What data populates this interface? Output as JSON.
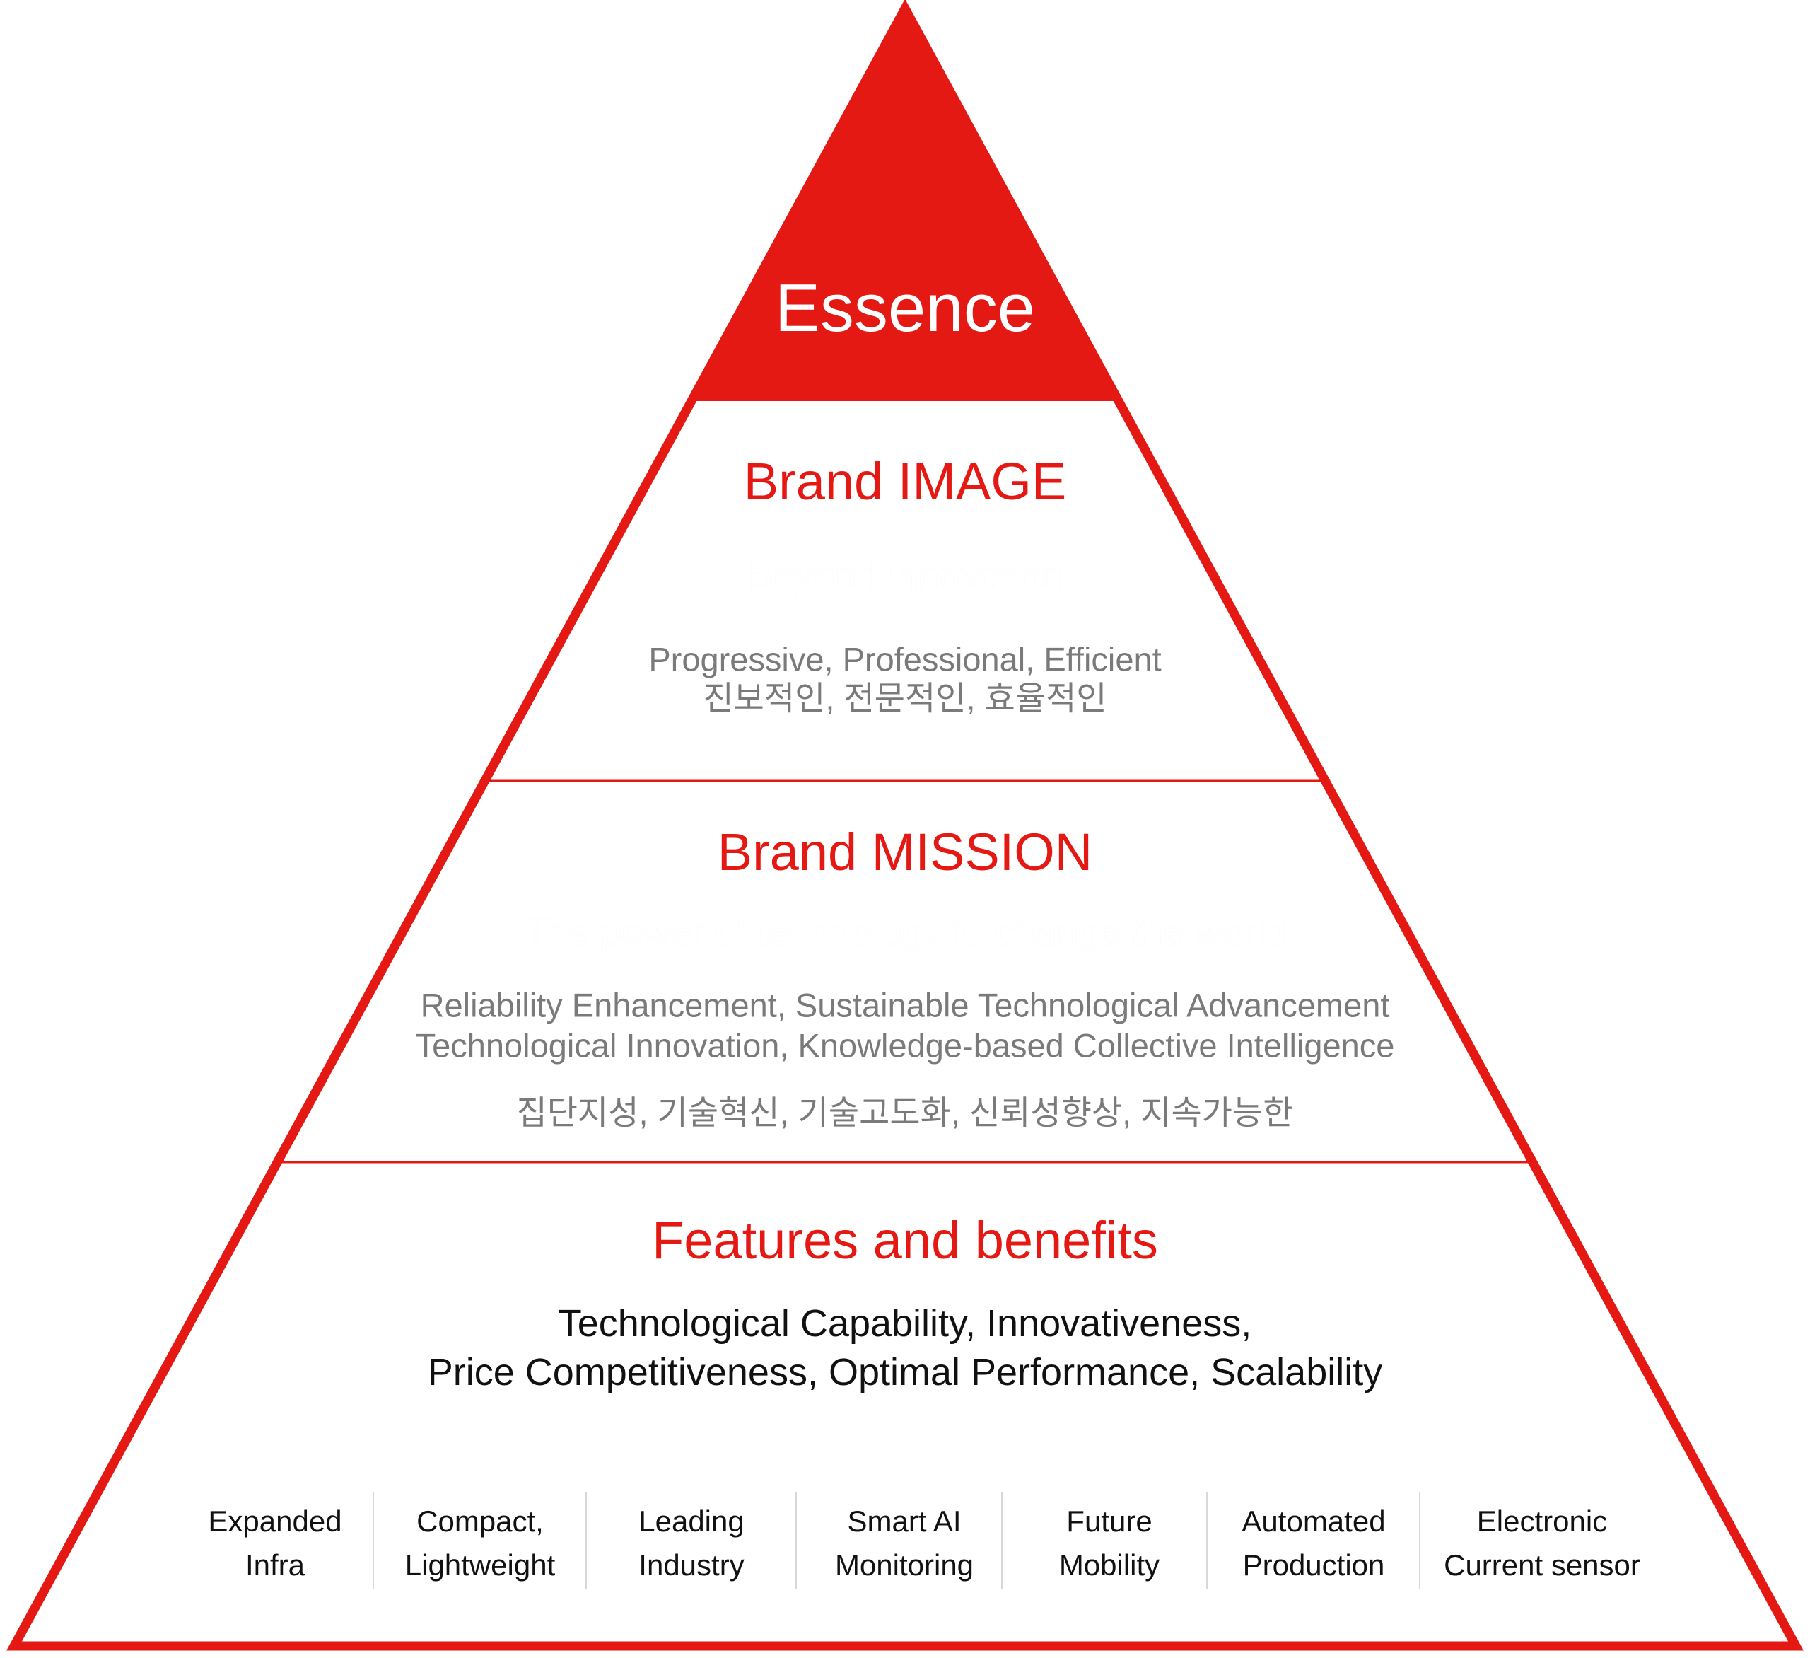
{
  "colors": {
    "accent": "#e51914",
    "muted": "#7a7a7a"
  },
  "essence": {
    "title": "Essence"
  },
  "image": {
    "title": "Brand IMAGE",
    "slogan": "Beyond innovation",
    "en": "Progressive, Professional, Efficient",
    "ko": "진보적인, 전문적인, 효율적인"
  },
  "mission": {
    "title": "Brand MISSION",
    "slogan": "The power of technology to change the world",
    "en1": "Reliability Enhancement, Sustainable Technological Advancement",
    "en2": "Technological Innovation, Knowledge-based Collective Intelligence",
    "ko": "집단지성, 기술혁신, 기술고도화, 신뢰성향상, 지속가능한"
  },
  "features": {
    "title": "Features and benefits",
    "line1": "Technological Capability, Innovativeness,",
    "line2": "Price Competitiveness, Optimal Performance, Scalability",
    "items": [
      {
        "l1": "Expanded",
        "l2": "Infra"
      },
      {
        "l1": "Compact,",
        "l2": "Lightweight"
      },
      {
        "l1": "Leading",
        "l2": "Industry"
      },
      {
        "l1": "Smart AI",
        "l2": "Monitoring"
      },
      {
        "l1": "Future",
        "l2": "Mobility"
      },
      {
        "l1": "Automated",
        "l2": "Production"
      },
      {
        "l1": "Electronic",
        "l2": "Current sensor"
      }
    ]
  }
}
